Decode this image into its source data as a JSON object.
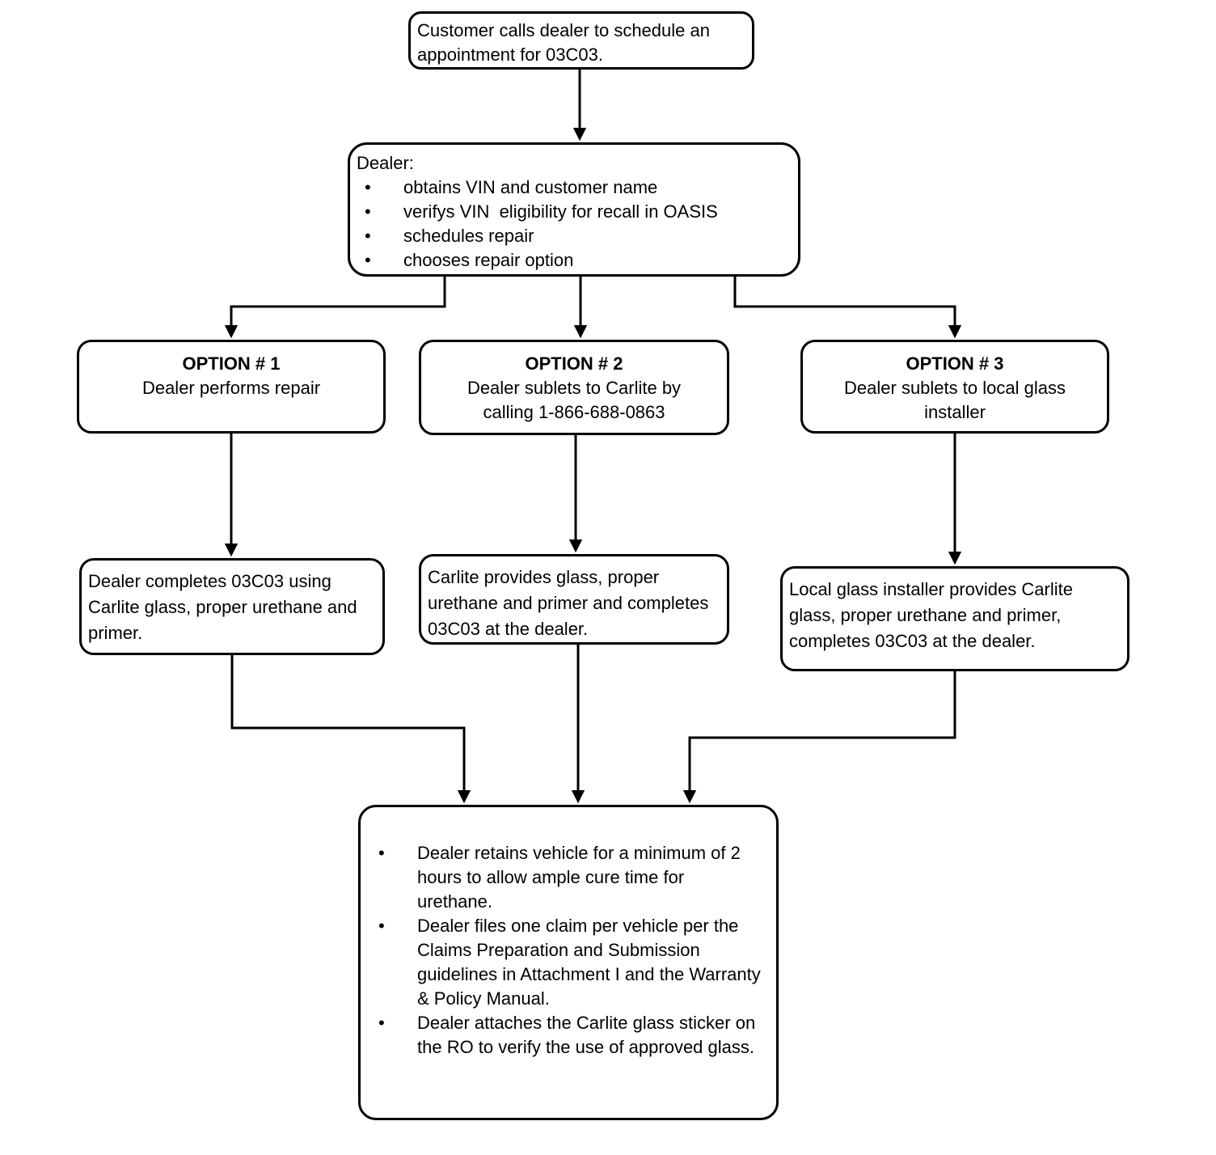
{
  "colors": {
    "background": "#ffffff",
    "box_border": "#000000",
    "text": "#000000",
    "connector_line": "#000000"
  },
  "nodes": {
    "customer": {
      "text": "Customer calls dealer to schedule an appointment for 03C03."
    },
    "dealer": {
      "heading": "Dealer:",
      "bullets": [
        "obtains VIN and customer name",
        "verifys VIN  eligibility for recall in OASIS",
        "schedules repair",
        "chooses repair option"
      ]
    },
    "option1": {
      "title": "OPTION # 1",
      "lines": [
        "Dealer performs repair"
      ]
    },
    "option2": {
      "title": "OPTION # 2",
      "lines": [
        "Dealer sublets to Carlite by",
        "calling 1-866-688-0863"
      ]
    },
    "option3": {
      "title": "OPTION # 3",
      "lines": [
        "Dealer sublets to local glass",
        "installer"
      ]
    },
    "result1": {
      "text": "Dealer completes 03C03 using Carlite glass, proper urethane and primer."
    },
    "result2": {
      "text": "Carlite provides glass, proper urethane and primer and completes 03C03 at the dealer."
    },
    "result3": {
      "text": "Local glass installer provides Carlite glass, proper urethane and primer, completes 03C03 at the dealer."
    },
    "final": {
      "bullets": [
        "Dealer retains vehicle for a minimum of 2 hours to allow ample cure time for urethane.",
        "Dealer files one claim per vehicle per the Claims Preparation and Submission guidelines in Attachment I and the Warranty & Policy Manual.",
        "Dealer attaches the Carlite glass sticker on the RO to verify the use of approved glass."
      ]
    }
  }
}
